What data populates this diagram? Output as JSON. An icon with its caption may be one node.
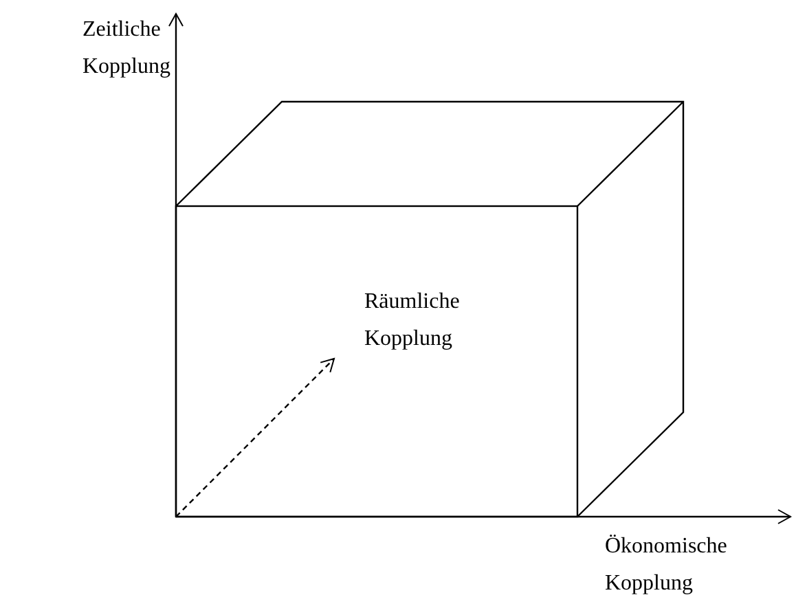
{
  "diagram": {
    "labels": [
      "Zeitliche Kopplung",
      "Räumliche Kopplung",
      "Ökonomische Kopplung"
    ]
  }
}
